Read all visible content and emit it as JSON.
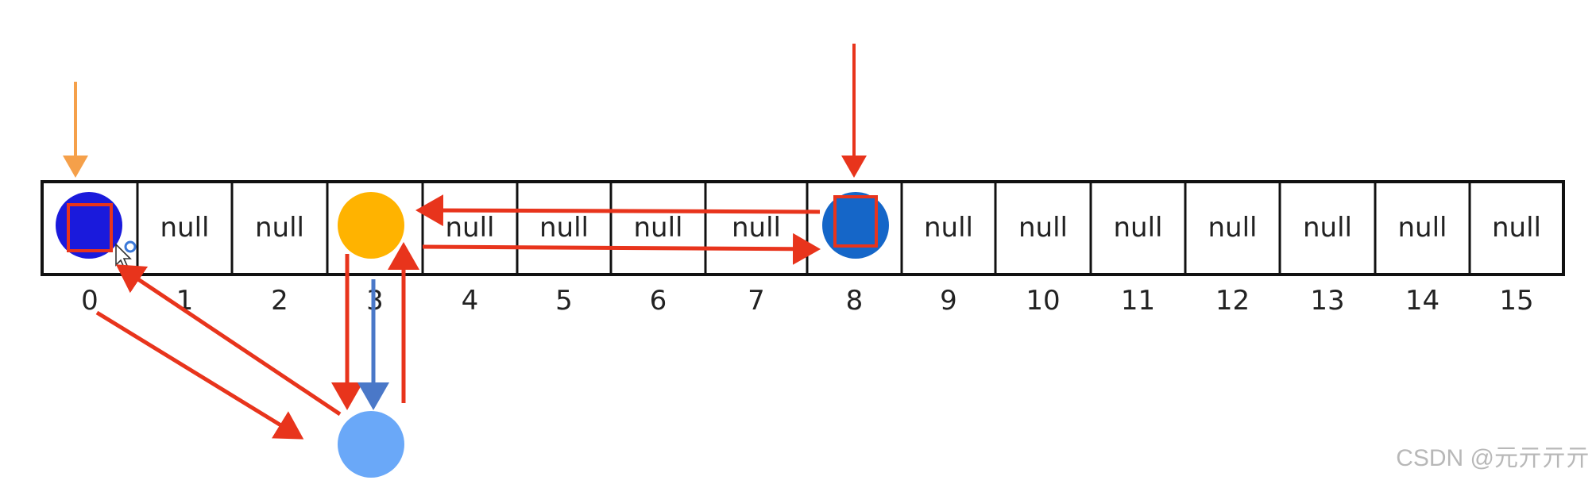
{
  "diagram": {
    "cells": [
      "",
      "null",
      "null",
      "",
      "null",
      "null",
      "null",
      "null",
      "",
      "null",
      "null",
      "null",
      "null",
      "null",
      "null",
      "null"
    ],
    "indices": [
      "0",
      "1",
      "2",
      "3",
      "4",
      "5",
      "6",
      "7",
      "8",
      "9",
      "10",
      "11",
      "12",
      "13",
      "14",
      "15"
    ],
    "colors": {
      "grid": "#111111",
      "arrow_red": "#e8341c",
      "arrow_orange": "#f5a04a",
      "arrow_blue": "#4a78c8",
      "node_dark_blue": "#1a1adc",
      "node_blue": "#1566c8",
      "node_orange": "#ffb300",
      "node_light_blue": "#6aa8f8",
      "highlight_box": "#e8341c"
    },
    "icons": [
      "mouse-cursor-icon",
      "small-ring-icon"
    ]
  },
  "watermark": "CSDN @元亓亓亓"
}
